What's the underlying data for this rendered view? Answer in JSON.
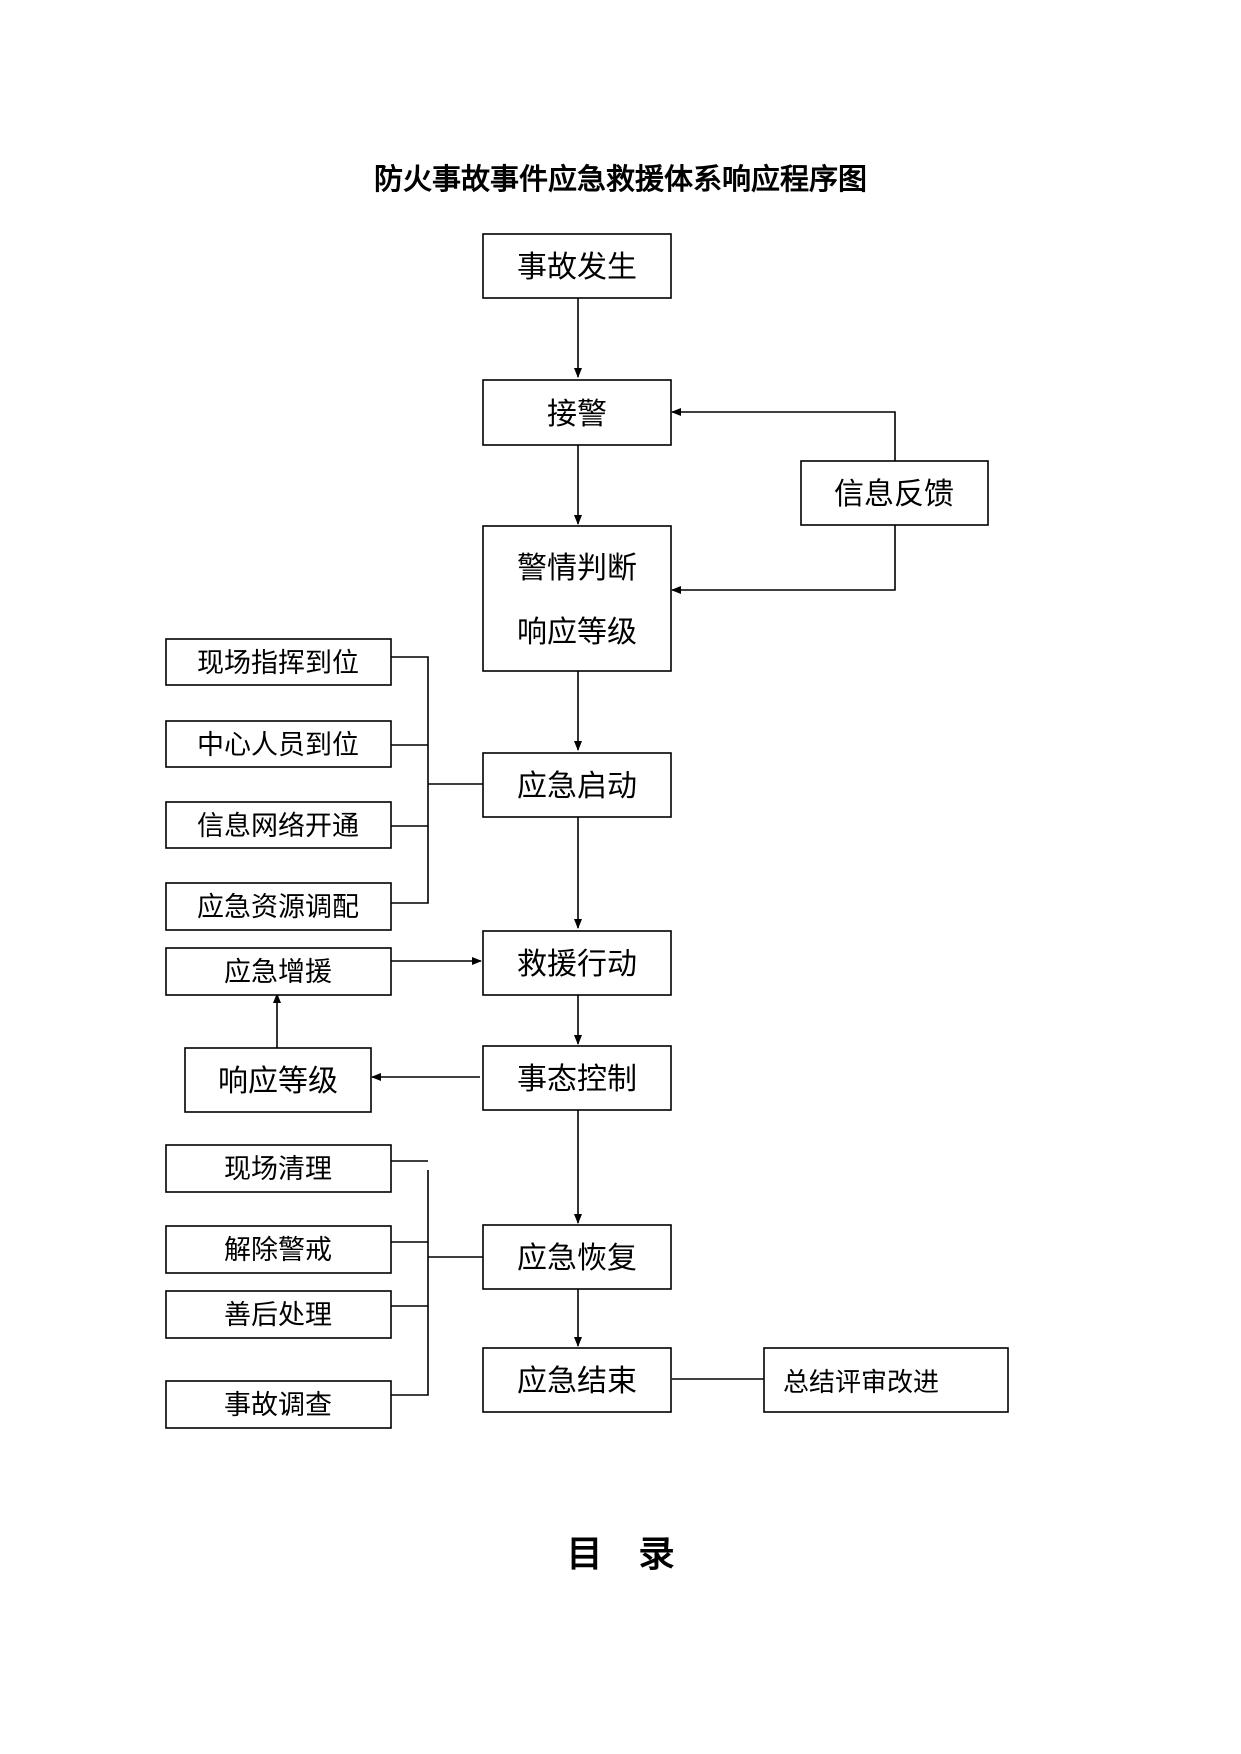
{
  "title": "防火事故事件应急救援体系响应程序图",
  "nodes": {
    "accident_occurs": "事故发生",
    "receive_alarm": "接警",
    "feedback": "信息反馈",
    "judgment_line1": "警情判断",
    "judgment_line2": "响应等级",
    "emergency_start": "应急启动",
    "rescue_action": "救援行动",
    "situation_control": "事态控制",
    "emergency_recovery": "应急恢复",
    "emergency_end": "应急结束",
    "summary_review": "总结评审改进",
    "onsite_command": "现场指挥到位",
    "center_staff": "中心人员到位",
    "network_open": "信息网络开通",
    "resource_allocation": "应急资源调配",
    "reinforcement": "应急增援",
    "response_level": "响应等级",
    "site_cleanup": "现场清理",
    "lift_alert": "解除警戒",
    "aftermath": "善后处理",
    "accident_investigation": "事故调查"
  },
  "toc_heading": "目　录"
}
